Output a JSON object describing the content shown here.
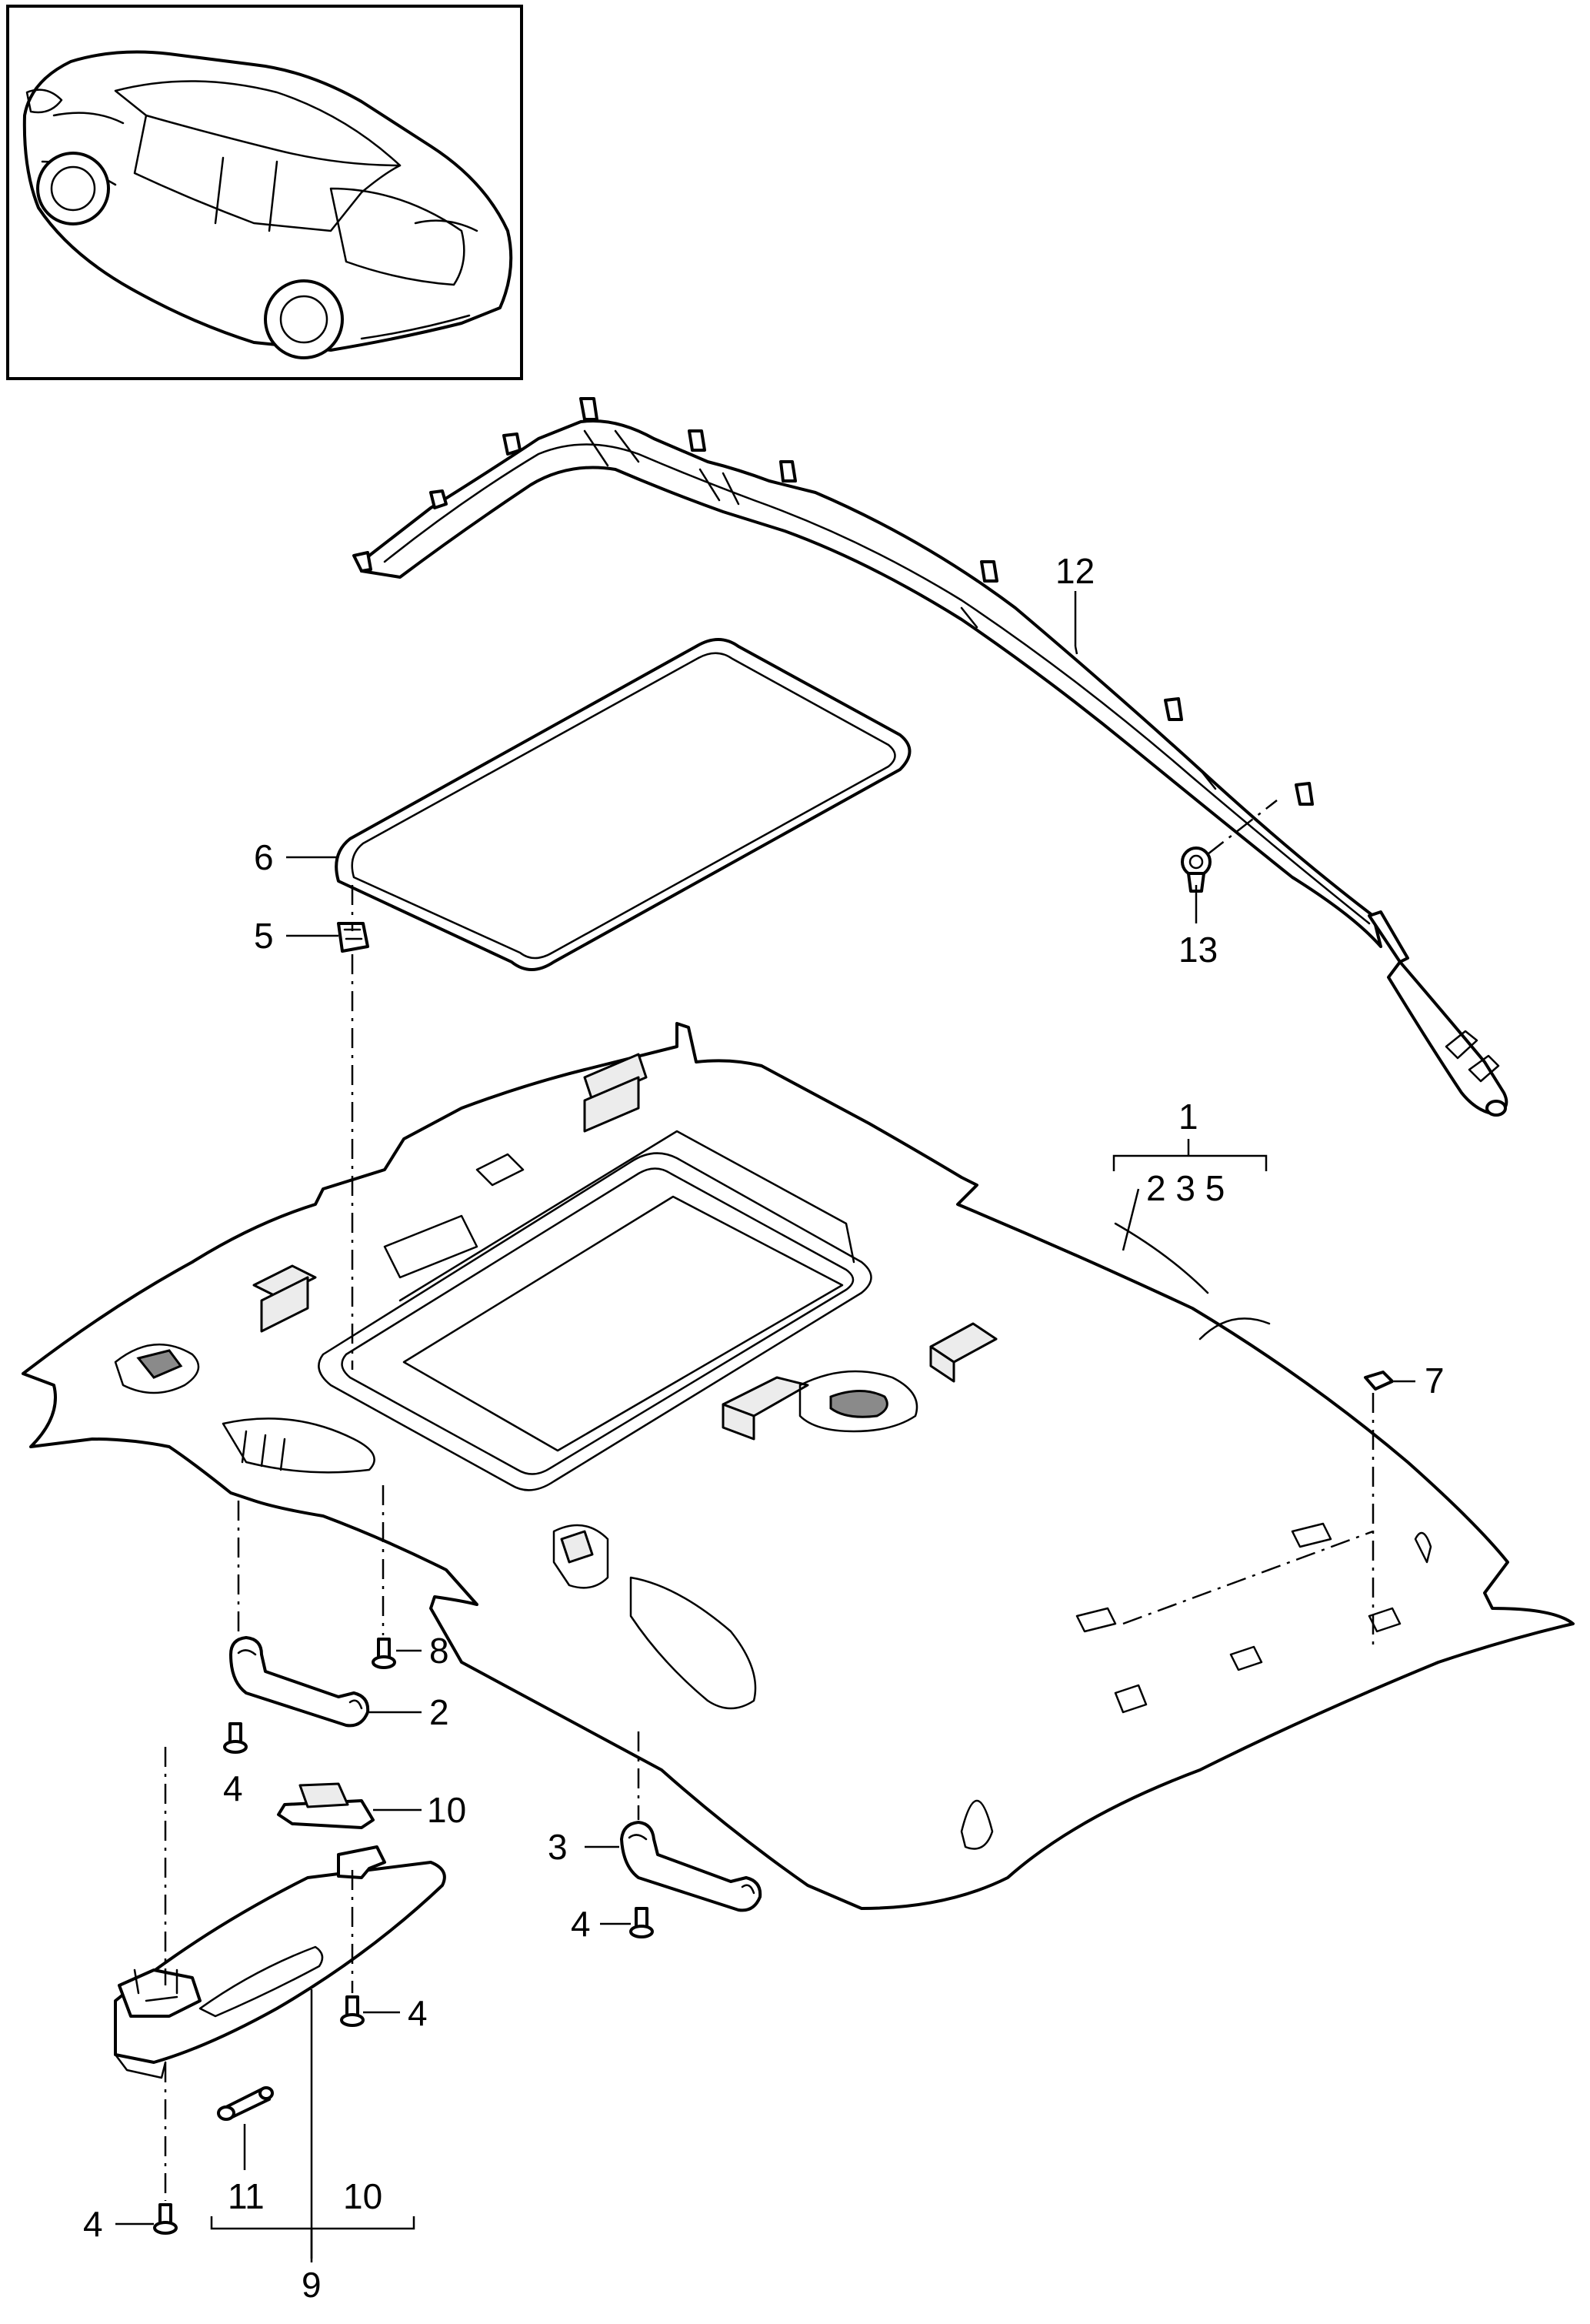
{
  "callouts": {
    "c1": "1",
    "c1_group": "2 3 5",
    "c2": "2",
    "c3": "3",
    "c4a": "4",
    "c4b": "4",
    "c4c": "4",
    "c4d": "4",
    "c5": "5",
    "c6": "6",
    "c7": "7",
    "c8": "8",
    "c9": "9",
    "c9_group_a": "11",
    "c9_group_b": "10",
    "c10": "10",
    "c11": "11",
    "c12": "12",
    "c13": "13"
  },
  "colors": {
    "line": "#000000",
    "background": "#ffffff",
    "shade": "#ececec"
  }
}
